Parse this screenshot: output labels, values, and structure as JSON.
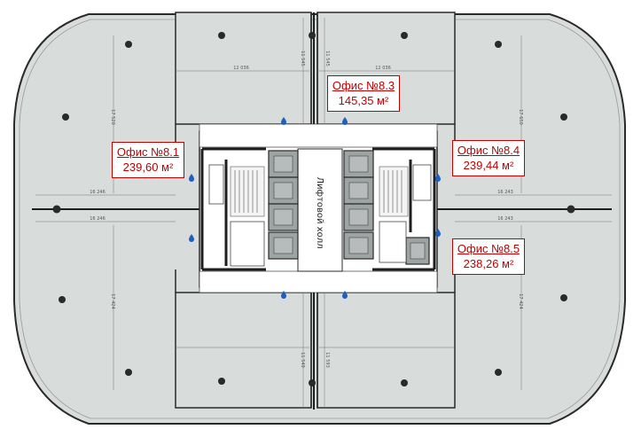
{
  "offices": [
    {
      "id": "8.1",
      "name": "Офис №8.1",
      "area": "239,60 м²"
    },
    {
      "id": "8.3",
      "name": "Офис №8.3",
      "area": "145,35 м²"
    },
    {
      "id": "8.4",
      "name": "Офис №8.4",
      "area": "239,44 м²"
    },
    {
      "id": "8.5",
      "name": "Офис №8.5",
      "area": "238,26 м²"
    }
  ],
  "core_label": "Лифтовой холл",
  "dimensions": {
    "top_left_width": "12 036",
    "top_right_width": "12 036",
    "top_center_left": "11 545",
    "top_center_right": "11 545",
    "left_upper_height": "17 520",
    "right_upper_height": "17 650",
    "left_lower_height": "17 424",
    "right_lower_height": "17 424",
    "left_depth_upper": "16 246",
    "left_depth_lower": "16 246",
    "right_depth_upper": "16 243",
    "right_depth_lower": "16 243",
    "bottom_center_left": "11 549",
    "bottom_center_right": "11 593"
  },
  "colors": {
    "floor": "#d8dcdb",
    "wall": "#222222",
    "label_red": "#c00000",
    "droplet": "#1f5fbf"
  }
}
